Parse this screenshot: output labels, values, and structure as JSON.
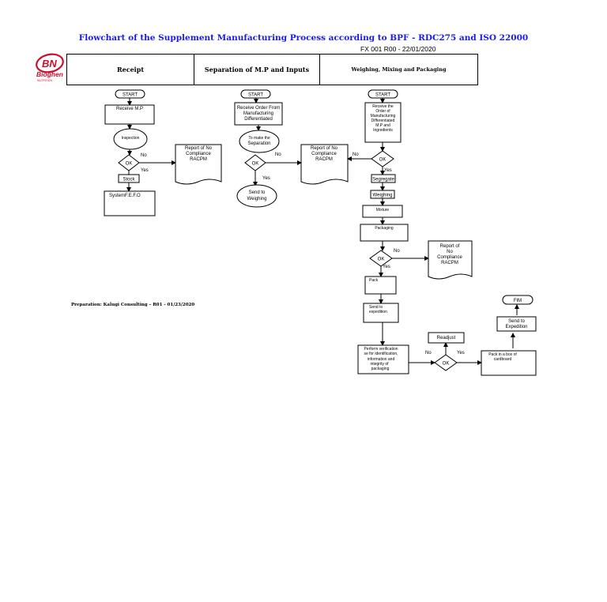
{
  "title": "Flowchart of the Supplement Manufacturing Process according to BPF - RDC275 and ISO 22000",
  "doc_code": "FX 001 R00 - 22/01/2020",
  "preparation": "Preparation: Kalugi Consulting – R01 - 01/23/2020",
  "logo": {
    "name": "BN",
    "brand": "Bioghen",
    "tagline": "NUTRITION",
    "color": "#c8102e"
  },
  "columns": [
    "Receipt",
    "Separation of M.P and Inputs",
    "Weighing, Mixing and Packaging"
  ],
  "receipt": {
    "start": "START",
    "receive": "Receive M.P",
    "inspection": "Inspection",
    "ok": "OK",
    "no": "No",
    "yes": "Yes",
    "report": [
      "Report of No",
      "Compliance",
      "RACPM"
    ],
    "stock": "Stock",
    "system": "SystemF.E.F.O"
  },
  "separation": {
    "start": "START",
    "receive_order": [
      "Receive Order From",
      "Manufacturing",
      "Differentiated"
    ],
    "to_make": [
      "To make the",
      "Separation"
    ],
    "ok": "OK",
    "no": "No",
    "yes": "Yes",
    "report": [
      "Report of No",
      "Compliance",
      "RACPM"
    ],
    "send_weighing": [
      "Send to",
      "Weighing"
    ]
  },
  "weighing": {
    "start": "START",
    "receive": [
      "Receive the",
      "Order of",
      "Manufacturing",
      "Differentiated",
      "M.P and",
      "Ingredients"
    ],
    "ok1": "OK",
    "no1": "No",
    "yes1": "Yes",
    "segregate": "Segregate",
    "weighing": "Weighing",
    "mixture": "Mixture",
    "packaging": "Packaging",
    "ok2": "OK",
    "no2": "No",
    "yes2": "Yes",
    "report2": [
      "Report of",
      "No",
      "Compliance",
      "RACPM"
    ],
    "pack": "Pack",
    "send_expedition": [
      "Send to",
      "expedition"
    ],
    "perform": [
      "Perform verification",
      "se for identification,",
      "information and",
      "integrity of",
      "packaging"
    ],
    "ok3": "OK",
    "no3": "No",
    "yes3": "Yes",
    "readjust": "Readjust",
    "pack_box": [
      "Pack in a box of",
      "cardboard"
    ],
    "send_expedition2": [
      "Send to",
      "Expedition"
    ],
    "fim": "FIM"
  }
}
